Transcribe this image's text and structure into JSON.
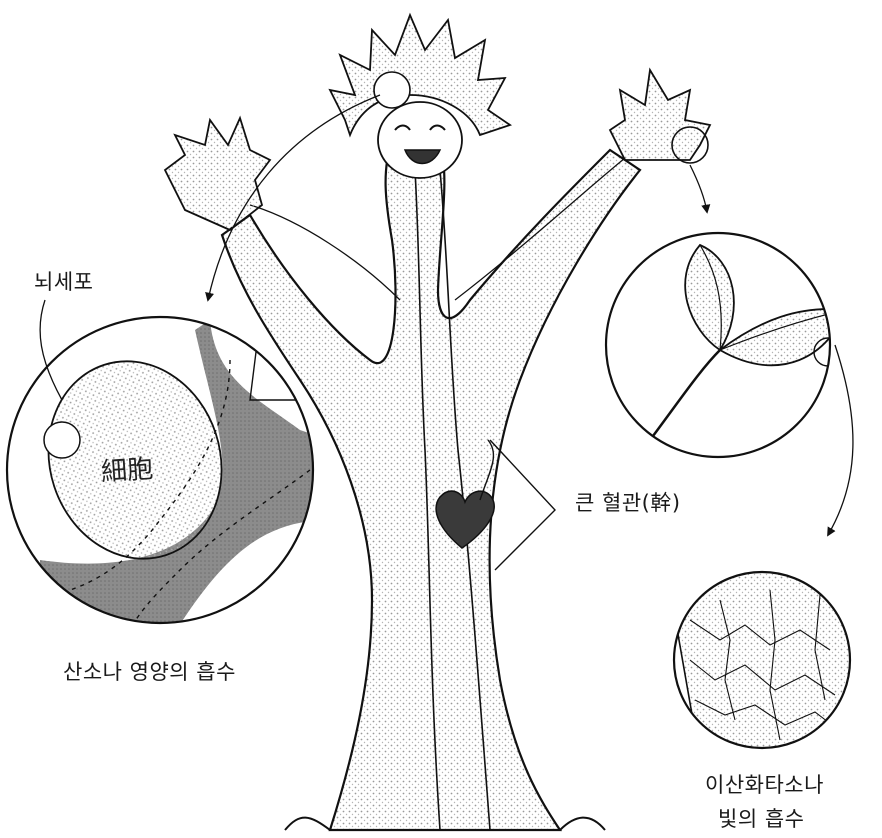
{
  "labels": {
    "brain_cell": "뇌세포",
    "oxygen_nutrient_absorption": "산소나 영양의 흡수",
    "large_vessel": "큰 혈관(幹)",
    "co2_line1": "이산화타소나",
    "co2_line2": "빛의 흡수",
    "cell_inner_text": "細胞"
  },
  "colors": {
    "ink": "#1a1a1a",
    "stipple": "#bdbdbd",
    "vessel_dark": "#8c8c8c",
    "heart": "#3a3a3a",
    "paper": "#ffffff"
  }
}
